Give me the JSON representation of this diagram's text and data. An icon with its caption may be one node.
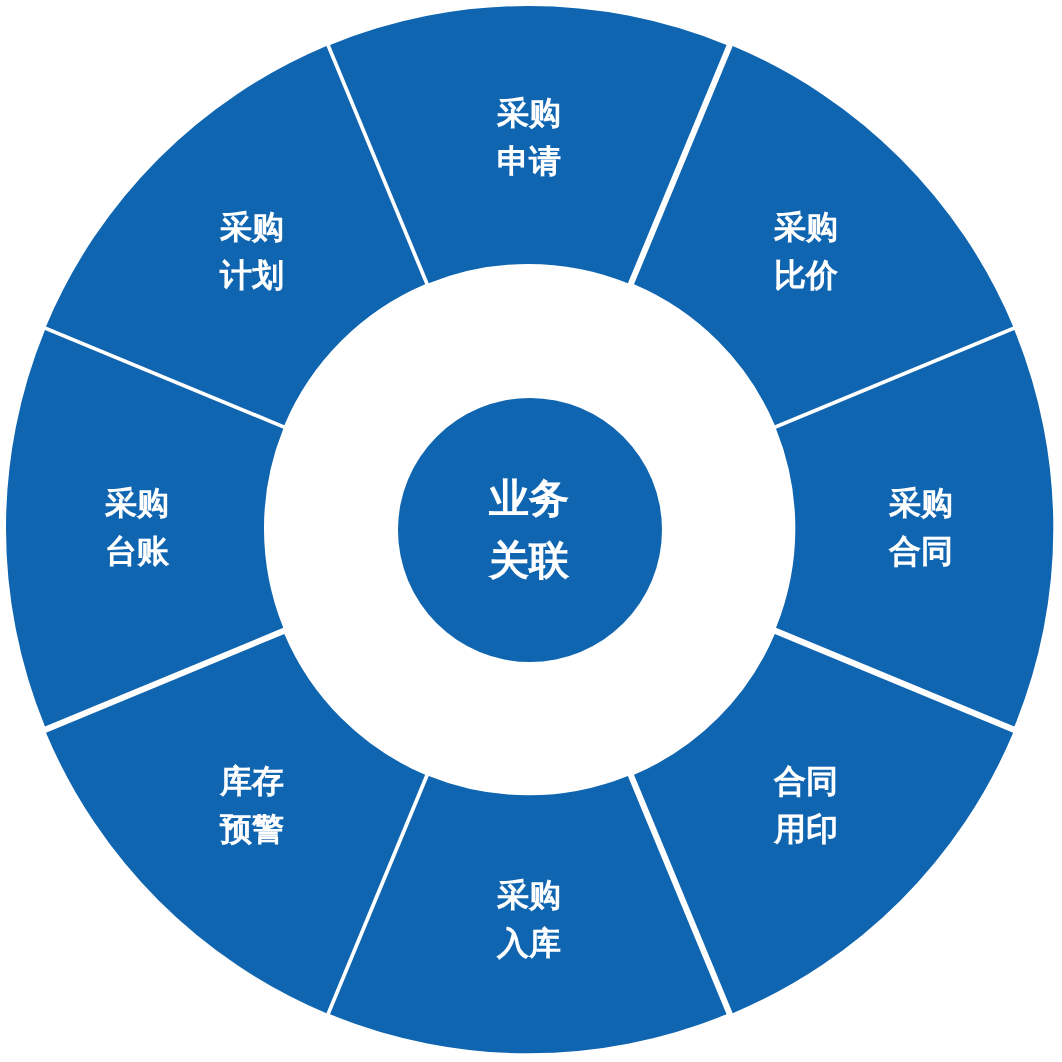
{
  "diagram": {
    "nodes": [
      {
        "text": [
          "业务关联"
        ]
      },
      {
        "text": [
          "采购申请"
        ]
      },
      {
        "text": [
          "采购比价"
        ]
      },
      {
        "text": [
          "采购合同"
        ]
      },
      {
        "text": [
          "合同用印"
        ]
      },
      {
        "text": [
          "采购入库"
        ]
      },
      {
        "text": [
          "库存预警"
        ]
      },
      {
        "text": [
          "采购台账"
        ]
      },
      {
        "text": [
          "采购计划"
        ]
      }
    ]
  }
}
